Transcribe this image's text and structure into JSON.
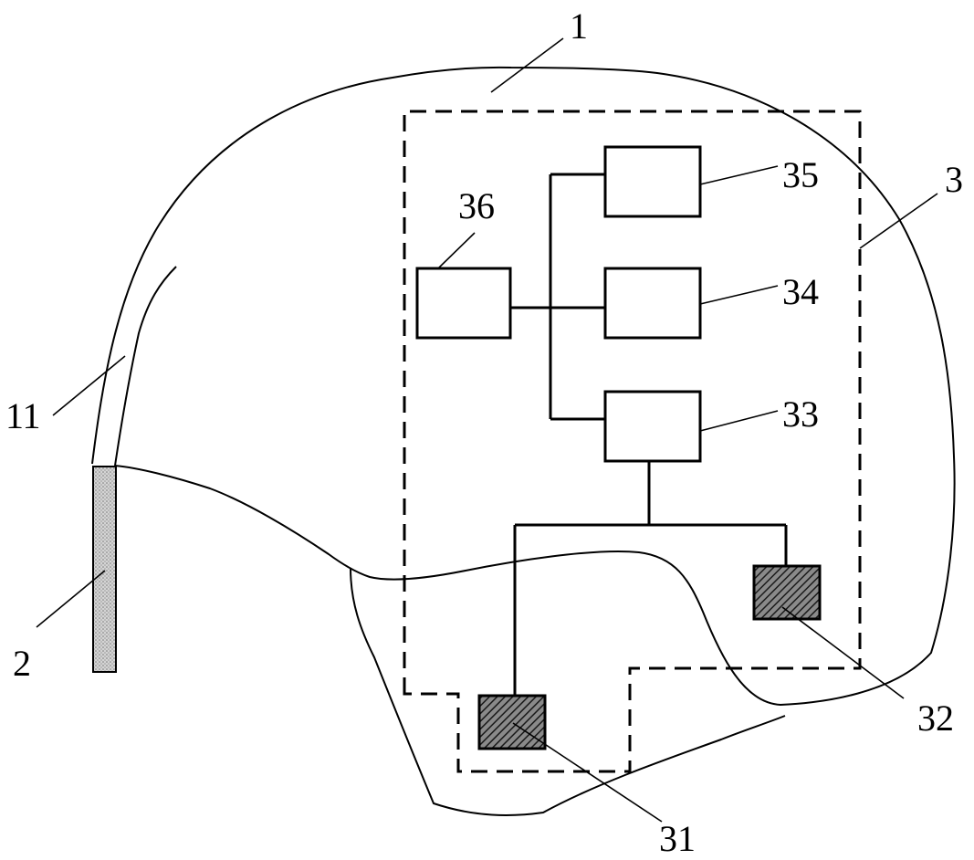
{
  "labels": {
    "helmet": "1",
    "electrode_strip": "2",
    "system": "3",
    "front_band": "11",
    "sensor_31": "31",
    "sensor_32": "32",
    "module_33": "33",
    "module_34": "34",
    "module_35": "35",
    "module_36": "36"
  },
  "colors": {
    "line": "#000000",
    "background": "#ffffff",
    "sensor_fill": "#5a5a5a",
    "strip_fill": "#c8c8c8"
  }
}
